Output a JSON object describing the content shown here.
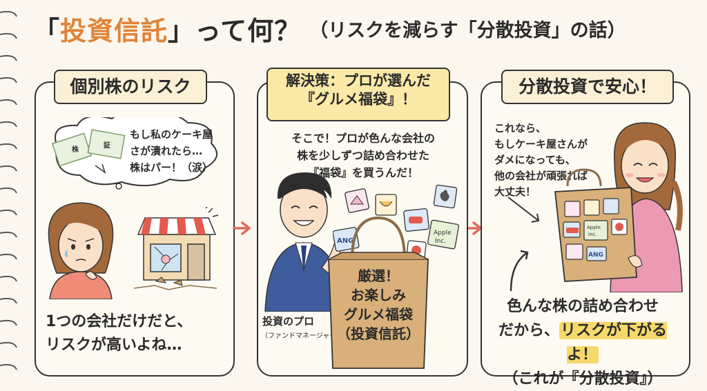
{
  "title": {
    "main_prefix": "「",
    "main_highlight": "投資信託",
    "main_suffix": "」って何？",
    "subtitle": "（リスクを減らす「分散投資」の話）"
  },
  "panel1": {
    "label": "個別株のリスク",
    "thought_line1": "もし私のケーキ屋",
    "thought_line2": "さが潰れたら…",
    "thought_line3": "株はパー！（涙）",
    "certificate_text": "株　証",
    "caption_line1": "1つの会社だけだと、",
    "caption_line2": "リスクが高いよね…"
  },
  "panel2": {
    "label_line1": "解決策：プロが選んだ",
    "label_line2": "『グルメ福袋』！",
    "text_line1": "そこで！プロが色んな会社の",
    "text_line2": "株を少しずつ詰め合わせた",
    "text_line3": "『福袋』を買うんだ！",
    "pro_label": "投資のプロ",
    "pro_sublabel": "（ファンドマネージャー）",
    "bag_line1": "厳選！",
    "bag_line2": "お楽しみ",
    "bag_line3": "グルメ福袋",
    "bag_line4": "（投資信託）",
    "card_ang": "ANG",
    "card_apple": "Apple Inc."
  },
  "panel3": {
    "label": "分散投資で安心！",
    "text_line1": "これなら、",
    "text_line2": "もしケーキ屋さんが",
    "text_line3": "ダメになっても、",
    "text_line4": "他の会社が頑張れば",
    "text_line5": "大丈夫！",
    "caption_line1": "色んな株の詰め合わせ",
    "caption_line2_a": "だから、",
    "caption_line2_b": "リスクが下がるよ！",
    "caption_line3": "（これが『分散投資』）",
    "card_ang": "ANG",
    "card_apple": "Apple Inc."
  },
  "colors": {
    "accent_orange": "#e0843a",
    "highlight_yellow": "#f6d96b",
    "arrow_red": "#e46b5c",
    "bag_kraft": "#d9b07a"
  }
}
